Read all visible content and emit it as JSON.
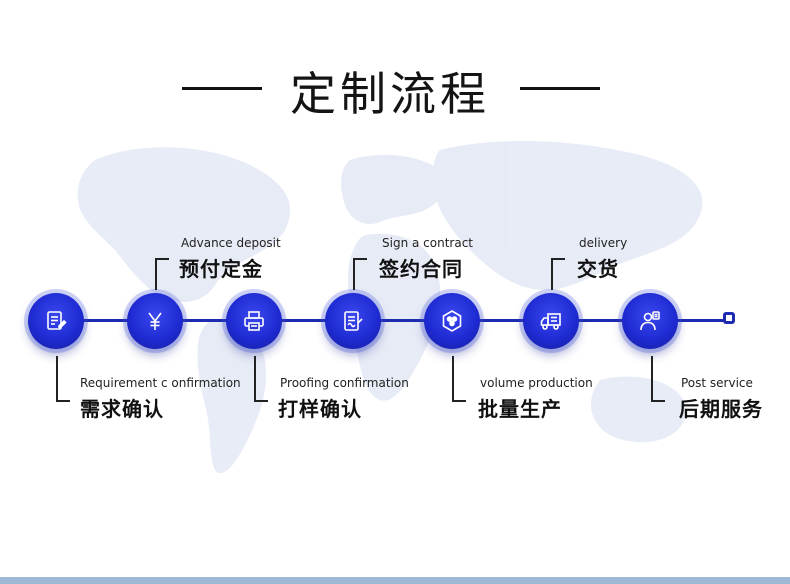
{
  "title": "定制流程",
  "colors": {
    "primary": "#1d2bb0",
    "node": "#1f2bd3",
    "text": "#111111",
    "footer_bar": "#9fb8d6"
  },
  "steps": [
    {
      "en": "Requirement  c onfirmation",
      "zh": "需求确认",
      "icon": "document-edit-icon"
    },
    {
      "en": "Advance deposit",
      "zh": "预付定金",
      "icon": "yen-icon"
    },
    {
      "en": "Proofing confirmation",
      "zh": "打样确认",
      "icon": "printer-icon"
    },
    {
      "en": "Sign a contract",
      "zh": "签约合同",
      "icon": "contract-sign-icon"
    },
    {
      "en": "volume production",
      "zh": "批量生产",
      "icon": "production-icon"
    },
    {
      "en": "delivery",
      "zh": "交货",
      "icon": "delivery-truck-icon"
    },
    {
      "en": "Post service",
      "zh": "后期服务",
      "icon": "service-person-icon"
    }
  ]
}
